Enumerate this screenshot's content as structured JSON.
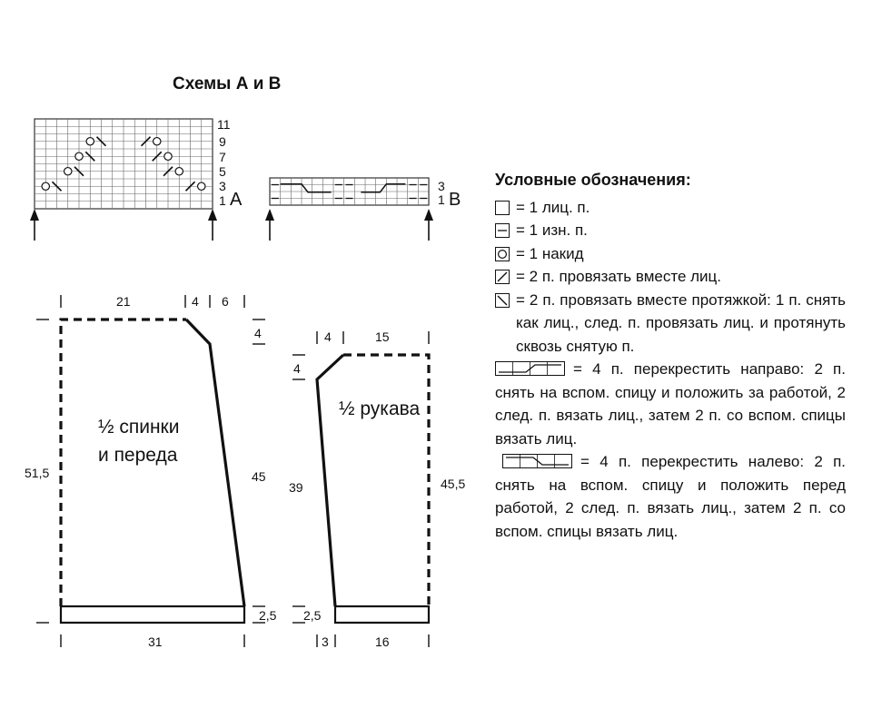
{
  "title": "Схемы А и В",
  "chart_a": {
    "label": "A",
    "row_numbers": [
      "11",
      "9",
      "7",
      "5",
      "3",
      "1"
    ]
  },
  "chart_b": {
    "label": "B",
    "row_numbers": [
      "3",
      "1"
    ]
  },
  "back_front": {
    "label_line1": "½ спинки",
    "label_line2": "и переда",
    "top_widths": [
      "21",
      "4",
      "6"
    ],
    "bottom_width": "31",
    "left_height": "51,5",
    "right_height": "45",
    "shoulder_drop": "4",
    "rib_height": "2,5"
  },
  "sleeve": {
    "label": "½ рукава",
    "top_widths": [
      "4",
      "15"
    ],
    "bottom_widths": [
      "3",
      "16"
    ],
    "left_height": "39",
    "right_height": "45,5",
    "cap_drop": "4",
    "rib_height": "2,5"
  },
  "legend": {
    "heading": "Условные обозначения:",
    "items": [
      {
        "icon": "blank-square-icon",
        "text": "= 1 лиц. п."
      },
      {
        "icon": "dash-square-icon",
        "text": "= 1 изн. п."
      },
      {
        "icon": "circle-square-icon",
        "text": "= 1 накид"
      },
      {
        "icon": "right-slant-square-icon",
        "text": "= 2 п. провязать вместе лиц."
      },
      {
        "icon": "left-slant-square-icon",
        "text": "= 2 п. провязать вместе протяжкой: 1 п. снять как лиц., след. п. провязать лиц. и протянуть сквозь снятую п."
      },
      {
        "icon": "cable-right-icon",
        "text": "= 4 п. перекрестить направо: 2 п. снять на вспом. спицу и положить за работой, 2 след. п. вязать лиц., затем 2 п. со вспом. спицы вязать лиц."
      },
      {
        "icon": "cable-left-icon",
        "text": "= 4 п. перекрестить налево: 2 п. снять на вспом. спицу и положить перед работой, 2 след. п. вязать лиц., затем 2 п. со вспом. спицы вязать лиц."
      }
    ]
  }
}
